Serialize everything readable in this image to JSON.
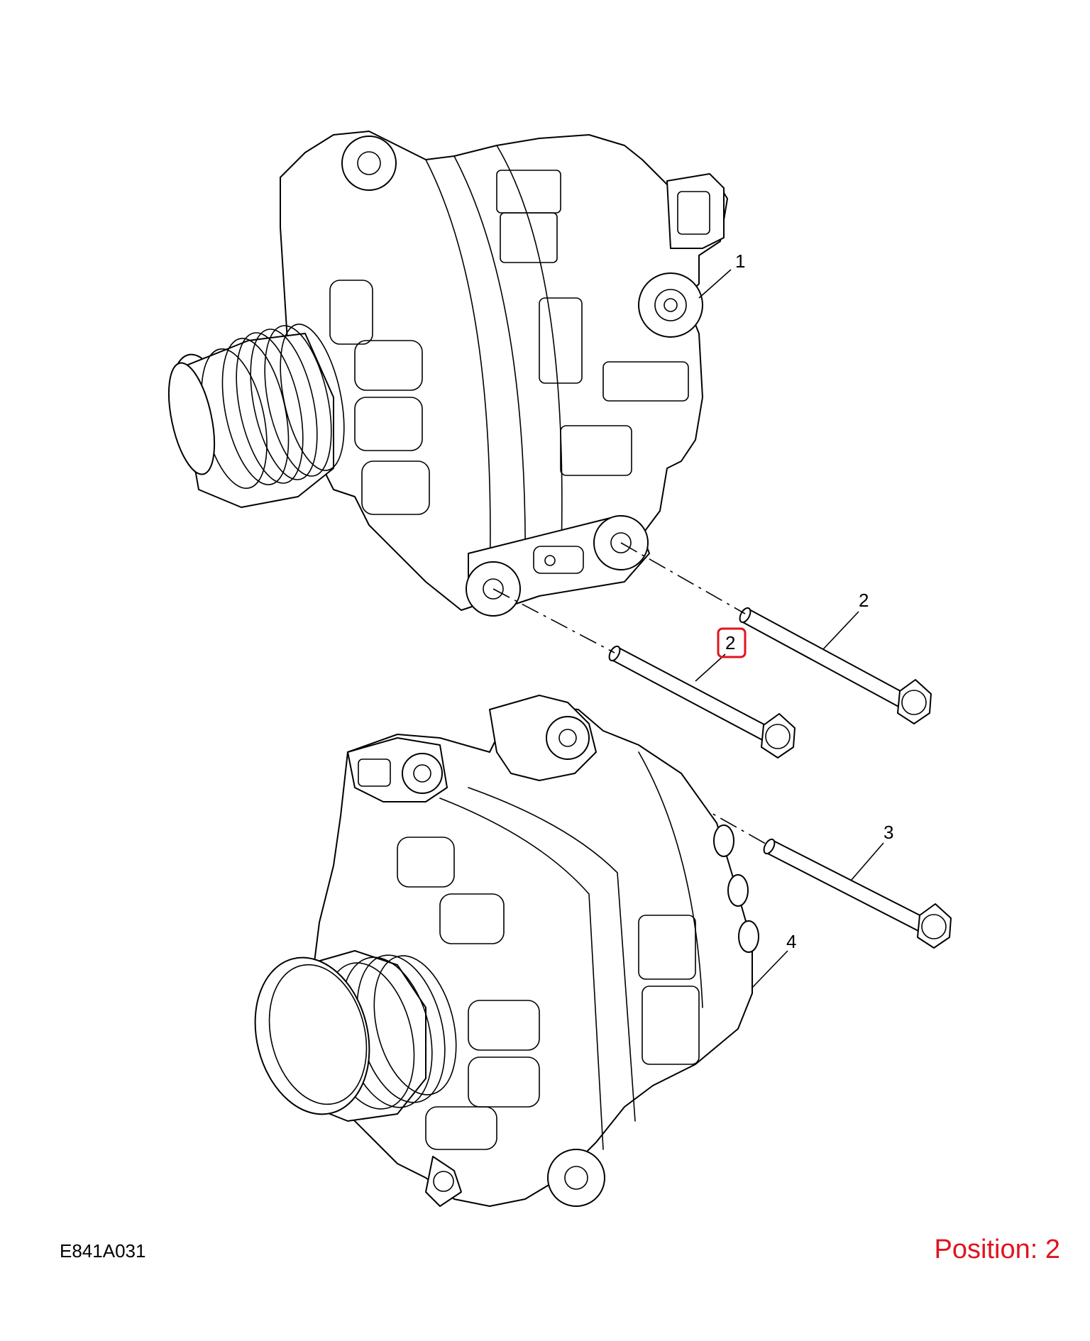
{
  "figure_code": "E841A031",
  "position": {
    "text": "Position: 2",
    "color": "#e0141e"
  },
  "callouts": [
    {
      "label": "1"
    },
    {
      "label": "2"
    },
    {
      "label": "2",
      "highlighted": true
    },
    {
      "label": "3"
    },
    {
      "label": "4"
    }
  ]
}
